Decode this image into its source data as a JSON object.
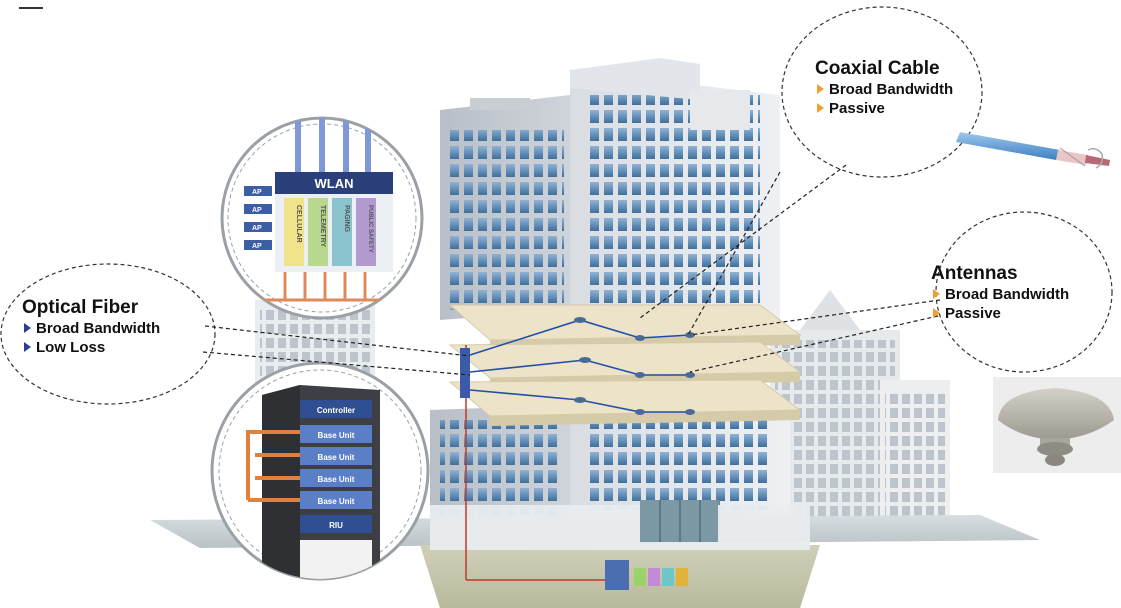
{
  "colors": {
    "accent_blue": "#2c3f94",
    "accent_orange": "#f0a030",
    "fiber_line": "#1f4fa8",
    "coax": "#6fa8d8",
    "floor_slab": "#ece3c9"
  },
  "callouts": {
    "optical_fiber": {
      "title": "Optical Fiber",
      "items": [
        "Broad Bandwidth",
        "Low Loss"
      ]
    },
    "coaxial_cable": {
      "title": "Coaxial Cable",
      "items": [
        "Broad Bandwidth",
        "Passive"
      ]
    },
    "antennas": {
      "title": "Antennas",
      "items": [
        "Broad Bandwidth",
        "Passive"
      ]
    }
  },
  "wlan_zoom": {
    "header": "WLAN",
    "ap_labels": [
      "AP",
      "AP",
      "AP",
      "AP"
    ],
    "columns": [
      "CELLULAR",
      "TELEMETRY",
      "PAGING",
      "PUBLIC SAFETY"
    ]
  },
  "rack_zoom": {
    "units": [
      "Controller",
      "Base Unit",
      "Base Unit",
      "Base Unit",
      "Base Unit",
      "RIU"
    ]
  },
  "icons": {
    "bullet": "triangle-right-icon",
    "antenna_photo": "ceiling-antenna-icon",
    "cable_photo": "coaxial-cable-icon"
  }
}
